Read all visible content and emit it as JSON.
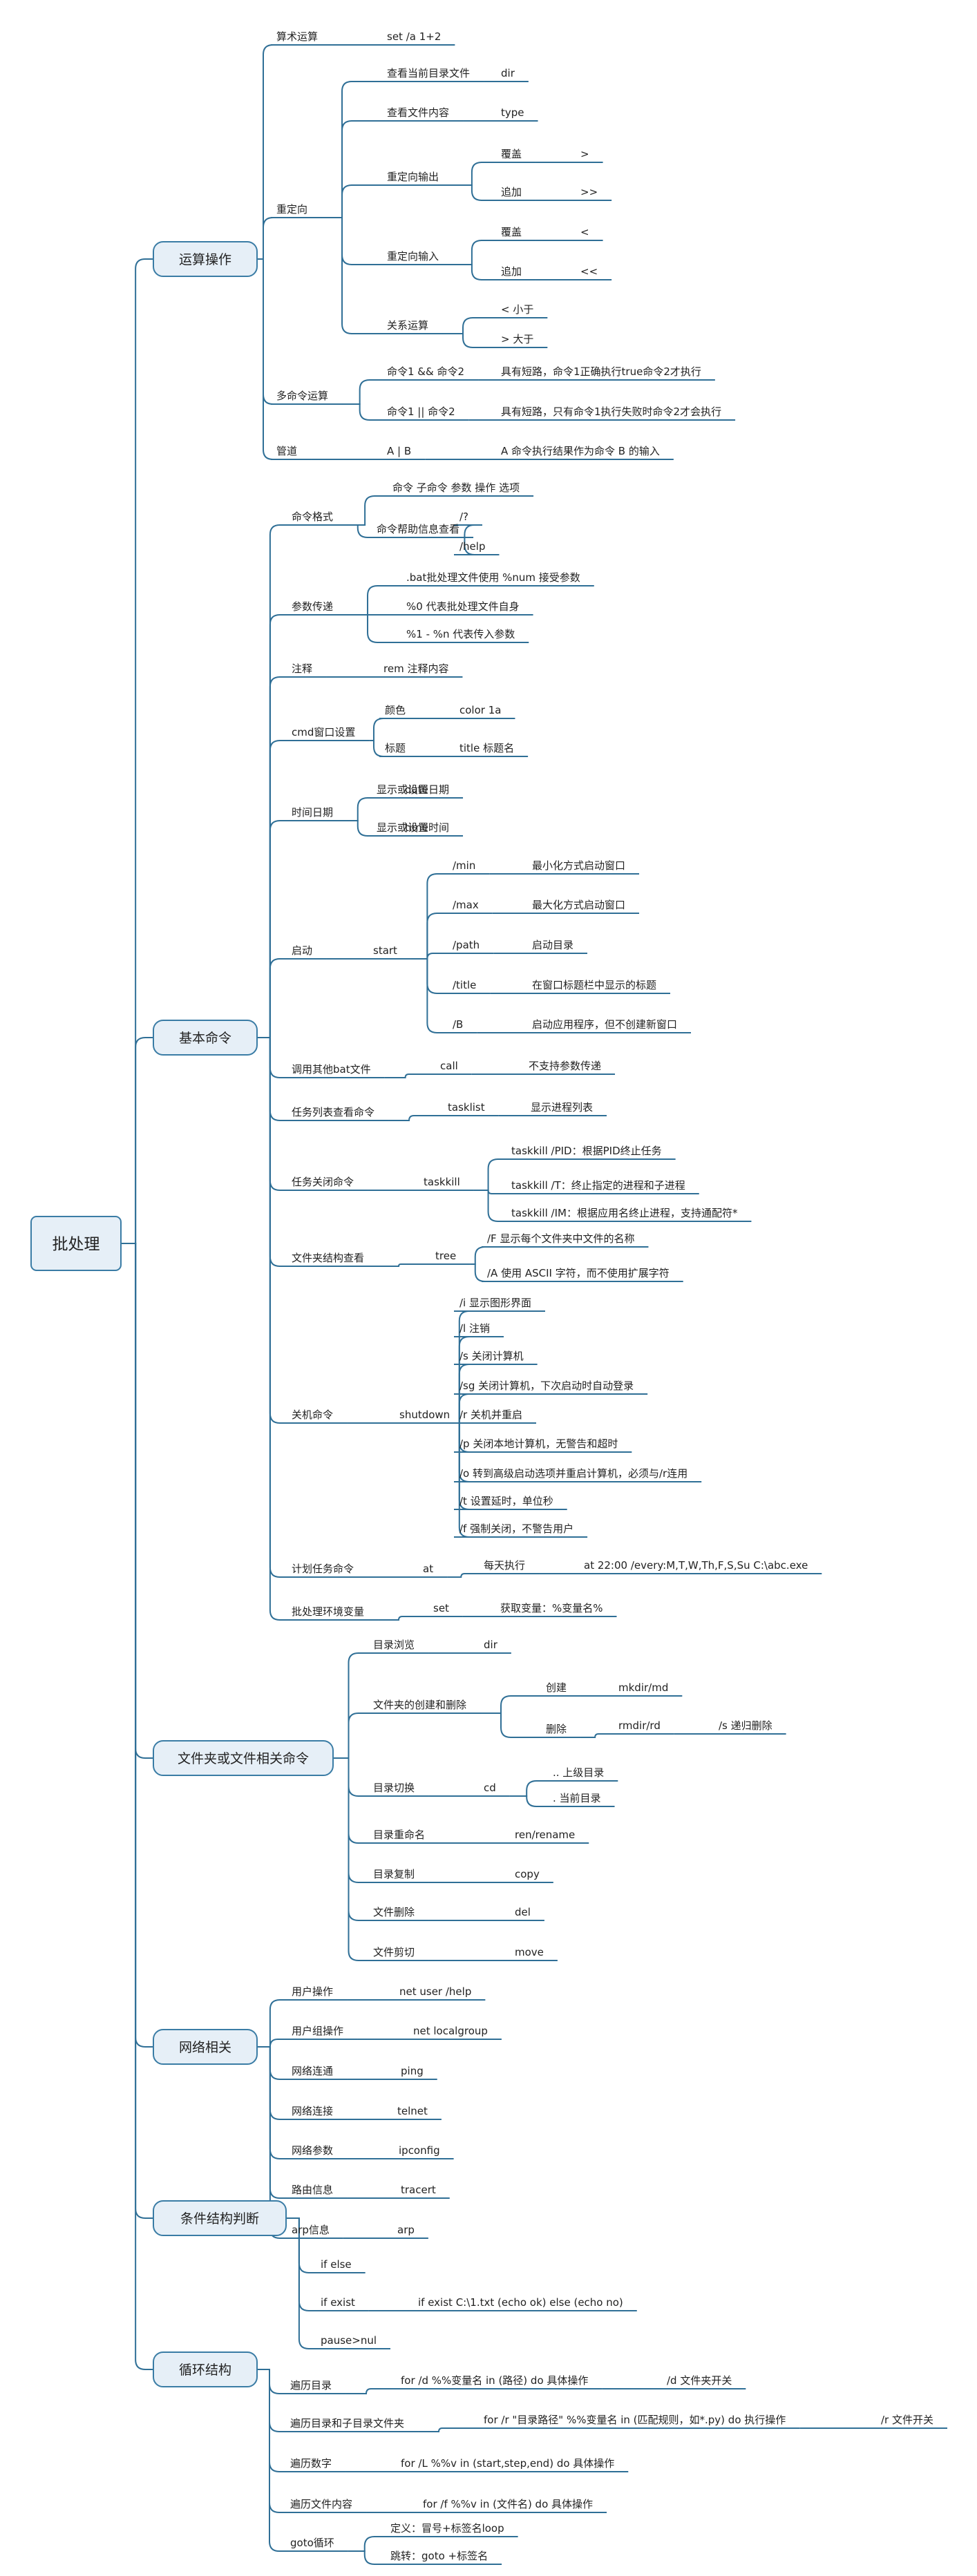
{
  "root": {
    "label": "批处理"
  },
  "branches": [
    {
      "label": "运算操作",
      "children": [
        {
          "label": "算术运算",
          "children": [
            {
              "label": "set /a 1+2"
            }
          ]
        },
        {
          "label": "重定向",
          "children": [
            {
              "label": "查看当前目录文件",
              "children": [
                {
                  "label": "dir"
                }
              ]
            },
            {
              "label": "查看文件内容",
              "children": [
                {
                  "label": "type"
                }
              ]
            },
            {
              "label": "重定向输出",
              "children": [
                {
                  "label": "覆盖",
                  "children": [
                    {
                      "label": ">"
                    }
                  ]
                },
                {
                  "label": "追加",
                  "children": [
                    {
                      "label": ">>"
                    }
                  ]
                }
              ]
            },
            {
              "label": "重定向输入",
              "children": [
                {
                  "label": "覆盖",
                  "children": [
                    {
                      "label": "<"
                    }
                  ]
                },
                {
                  "label": "追加",
                  "children": [
                    {
                      "label": "<<"
                    }
                  ]
                }
              ]
            },
            {
              "label": "关系运算",
              "children": [
                {
                  "label": "< 小于"
                },
                {
                  "label": "> 大于"
                }
              ]
            }
          ]
        },
        {
          "label": "多命令运算",
          "children": [
            {
              "label": "命令1 && 命令2",
              "children": [
                {
                  "label": "具有短路，命令1正确执行true命令2才执行"
                }
              ]
            },
            {
              "label": "命令1 || 命令2",
              "children": [
                {
                  "label": "具有短路，只有命令1执行失败时命令2才会执行"
                }
              ]
            }
          ]
        },
        {
          "label": "管道",
          "children": [
            {
              "label": "A | B",
              "children": [
                {
                  "label": "A 命令执行结果作为命令 B 的输入"
                }
              ]
            }
          ]
        }
      ]
    },
    {
      "label": "基本命令",
      "children": [
        {
          "label": "命令格式",
          "children": [
            {
              "label": "命令 子命令 参数 操作 选项"
            },
            {
              "label": "命令帮助信息查看",
              "children": [
                {
                  "label": "/?"
                },
                {
                  "label": "/help"
                }
              ]
            }
          ]
        },
        {
          "label": "参数传递",
          "children": [
            {
              "label": ".bat批处理文件使用 %num 接受参数"
            },
            {
              "label": "%0 代表批处理文件自身"
            },
            {
              "label": "%1 - %n 代表传入参数"
            }
          ]
        },
        {
          "label": "注释",
          "children": [
            {
              "label": "rem 注释内容"
            }
          ]
        },
        {
          "label": "cmd窗口设置",
          "children": [
            {
              "label": "颜色",
              "children": [
                {
                  "label": "color 1a"
                }
              ]
            },
            {
              "label": "标题",
              "children": [
                {
                  "label": "title 标题名"
                }
              ]
            }
          ]
        },
        {
          "label": "时间日期",
          "children": [
            {
              "label": "显示或设置日期",
              "children": [
                {
                  "label": "date"
                }
              ]
            },
            {
              "label": "显示或设置时间",
              "children": [
                {
                  "label": "time"
                }
              ]
            }
          ]
        },
        {
          "label": "启动",
          "children": [
            {
              "label": "start",
              "children": [
                {
                  "label": "/min",
                  "children": [
                    {
                      "label": "最小化方式启动窗口"
                    }
                  ]
                },
                {
                  "label": "/max",
                  "children": [
                    {
                      "label": "最大化方式启动窗口"
                    }
                  ]
                },
                {
                  "label": "/path",
                  "children": [
                    {
                      "label": "启动目录"
                    }
                  ]
                },
                {
                  "label": "/title",
                  "children": [
                    {
                      "label": "在窗口标题栏中显示的标题"
                    }
                  ]
                },
                {
                  "label": "/B",
                  "children": [
                    {
                      "label": "启动应用程序，但不创建新窗口"
                    }
                  ]
                }
              ]
            }
          ]
        },
        {
          "label": "调用其他bat文件",
          "children": [
            {
              "label": "call",
              "children": [
                {
                  "label": "不支持参数传递"
                }
              ]
            }
          ]
        },
        {
          "label": "任务列表查看命令",
          "children": [
            {
              "label": "tasklist",
              "children": [
                {
                  "label": "显示进程列表"
                }
              ]
            }
          ]
        },
        {
          "label": "任务关闭命令",
          "children": [
            {
              "label": "taskkill",
              "children": [
                {
                  "label": "taskkill /PID：根据PID终止任务"
                },
                {
                  "label": "taskkill /T：终止指定的进程和子进程"
                },
                {
                  "label": "taskkill /IM：根据应用名终止进程，支持通配符*"
                }
              ]
            }
          ]
        },
        {
          "label": "文件夹结构查看",
          "children": [
            {
              "label": "tree",
              "children": [
                {
                  "label": "/F   显示每个文件夹中文件的名称"
                },
                {
                  "label": "/A   使用 ASCII 字符，而不使用扩展字符"
                }
              ]
            }
          ]
        },
        {
          "label": "关机命令",
          "children": [
            {
              "label": "shutdown",
              "children": [
                {
                  "label": "/i 显示图形界面"
                },
                {
                  "label": "/l 注销"
                },
                {
                  "label": "/s 关闭计算机"
                },
                {
                  "label": "/sg 关闭计算机，下次启动时自动登录"
                },
                {
                  "label": "/r 关机并重启"
                },
                {
                  "label": "/p 关闭本地计算机，无警告和超时"
                },
                {
                  "label": "/o 转到高级启动选项并重启计算机，必须与/r连用"
                },
                {
                  "label": "/t 设置延时，单位秒"
                },
                {
                  "label": "/f 强制关闭，不警告用户"
                }
              ]
            }
          ]
        },
        {
          "label": "计划任务命令",
          "children": [
            {
              "label": "at",
              "children": [
                {
                  "label": "每天执行",
                  "children": [
                    {
                      "label": "at 22:00 /every:M,T,W,Th,F,S,Su C:\\abc.exe"
                    }
                  ]
                }
              ]
            }
          ]
        },
        {
          "label": "批处理环境变量",
          "children": [
            {
              "label": "set",
              "children": [
                {
                  "label": "获取变量：%变量名%"
                }
              ]
            }
          ]
        }
      ]
    },
    {
      "label": "文件夹或文件相关命令",
      "children": [
        {
          "label": "目录浏览",
          "children": [
            {
              "label": "dir"
            }
          ]
        },
        {
          "label": "文件夹的创建和删除",
          "children": [
            {
              "label": "创建",
              "children": [
                {
                  "label": "mkdir/md"
                }
              ]
            },
            {
              "label": "删除",
              "children": [
                {
                  "label": "rmdir/rd",
                  "children": [
                    {
                      "label": "/s 递归删除"
                    }
                  ]
                }
              ]
            }
          ]
        },
        {
          "label": "目录切换",
          "children": [
            {
              "label": "cd",
              "children": [
                {
                  "label": ".. 上级目录"
                },
                {
                  "label": ". 当前目录"
                }
              ]
            }
          ]
        },
        {
          "label": "目录重命名",
          "children": [
            {
              "label": "ren/rename"
            }
          ]
        },
        {
          "label": "目录复制",
          "children": [
            {
              "label": "copy"
            }
          ]
        },
        {
          "label": "文件删除",
          "children": [
            {
              "label": "del"
            }
          ]
        },
        {
          "label": "文件剪切",
          "children": [
            {
              "label": "move"
            }
          ]
        }
      ]
    },
    {
      "label": "网络相关",
      "children": [
        {
          "label": "用户操作",
          "children": [
            {
              "label": "net user /help"
            }
          ]
        },
        {
          "label": "用户组操作",
          "children": [
            {
              "label": "net localgroup"
            }
          ]
        },
        {
          "label": "网络连通",
          "children": [
            {
              "label": "ping"
            }
          ]
        },
        {
          "label": "网络连接",
          "children": [
            {
              "label": "telnet"
            }
          ]
        },
        {
          "label": "网络参数",
          "children": [
            {
              "label": "ipconfig"
            }
          ]
        },
        {
          "label": "路由信息",
          "children": [
            {
              "label": "tracert"
            }
          ]
        },
        {
          "label": "arp信息",
          "children": [
            {
              "label": "arp"
            }
          ]
        }
      ]
    },
    {
      "label": "条件结构判断",
      "children": [
        {
          "label": "if else"
        },
        {
          "label": "if exist",
          "children": [
            {
              "label": "if exist C:\\1.txt (echo ok) else (echo no)"
            }
          ]
        },
        {
          "label": "pause>nul"
        }
      ]
    },
    {
      "label": "循环结构",
      "children": [
        {
          "label": "遍历目录",
          "children": [
            {
              "label": "for /d %%变量名 in (路径) do 具体操作",
              "children": [
                {
                  "label": "/d 文件夹开关"
                }
              ]
            }
          ]
        },
        {
          "label": "遍历目录和子目录文件夹",
          "children": [
            {
              "label": "for /r \"目录路径\" %%变量名 in (匹配规则，如*.py) do 执行操作",
              "children": [
                {
                  "label": "/r 文件开关"
                }
              ]
            }
          ]
        },
        {
          "label": "遍历数字",
          "children": [
            {
              "label": "for /L %%v in (start,step,end) do 具体操作"
            }
          ]
        },
        {
          "label": "遍历文件内容",
          "children": [
            {
              "label": "for /f %%v in (文件名) do 具体操作"
            }
          ]
        },
        {
          "label": "goto循环",
          "children": [
            {
              "label": "定义：冒号+标签名loop"
            },
            {
              "label": "跳转：goto +标签名"
            }
          ]
        }
      ]
    }
  ],
  "colors": {
    "line": "#2f6f96",
    "box_fill": "#e6eff7",
    "box_stroke": "#3a7ca5",
    "text": "#222222"
  }
}
